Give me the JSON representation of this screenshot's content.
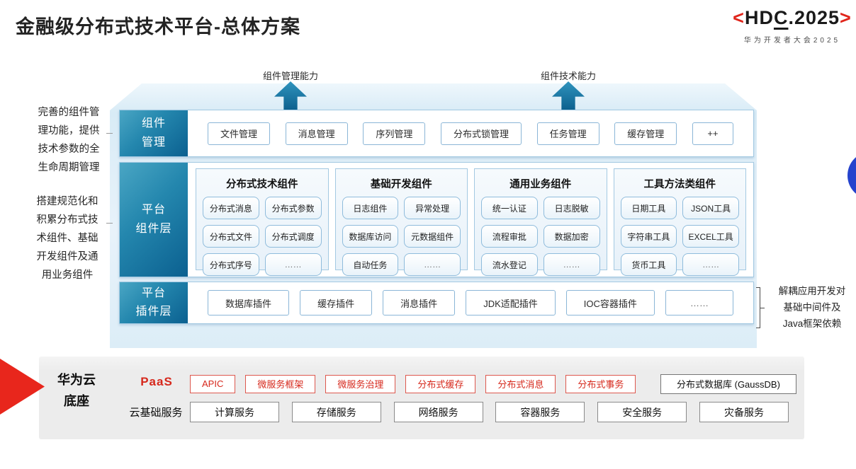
{
  "title": "金融级分布式技术平台-总体方案",
  "logo": {
    "bracket_left": "<",
    "text_hd": "HD",
    "text_c": "C",
    "text_year": ".2025",
    "bracket_right": ">",
    "subtitle": "华为开发者大会2025"
  },
  "capability_arrows": [
    {
      "label": "组件管理能力"
    },
    {
      "label": "组件技术能力"
    }
  ],
  "side_notes": {
    "left_top": "完善的组件管\n理功能，提供\n技术参数的全\n生命周期管理",
    "left_bottom": "搭建规范化和\n积累分布式技\n术组件、基础\n开发组件及通\n用业务组件",
    "right": "解耦应用开发对\n基础中间件及\nJava框架依赖"
  },
  "layers": {
    "component_management": {
      "label": "组件\n管理",
      "items": [
        "文件管理",
        "消息管理",
        "序列管理",
        "分布式锁管理",
        "任务管理",
        "缓存管理",
        "++"
      ]
    },
    "platform_components": {
      "label": "平台\n组件层",
      "panels": [
        {
          "title": "分布式技术组件",
          "items": [
            "分布式消息",
            "分布式参数",
            "分布式文件",
            "分布式调度",
            "分布式序号",
            "……"
          ]
        },
        {
          "title": "基础开发组件",
          "items": [
            "日志组件",
            "异常处理",
            "数据库访问",
            "元数据组件",
            "自动任务",
            "……"
          ]
        },
        {
          "title": "通用业务组件",
          "items": [
            "统一认证",
            "日志脱敏",
            "流程审批",
            "数据加密",
            "流水登记",
            "……"
          ]
        },
        {
          "title": "工具方法类组件",
          "items": [
            "日期工具",
            "JSON工具",
            "字符串工具",
            "EXCEL工具",
            "货币工具",
            "……"
          ]
        }
      ]
    },
    "platform_plugins": {
      "label": "平台\n插件层",
      "items": [
        "数据库插件",
        "缓存插件",
        "消息插件",
        "JDK适配插件",
        "IOC容器插件",
        "……"
      ]
    }
  },
  "foundation": {
    "label": "华为云\n底座",
    "paas": {
      "label": "PaaS",
      "items": [
        "APIC",
        "微服务框架",
        "微服务治理",
        "分布式缓存",
        "分布式消息",
        "分布式事务"
      ],
      "db_item": "分布式数据库 (GaussDB)"
    },
    "cloud": {
      "label": "云基础服务",
      "items": [
        "计算服务",
        "存储服务",
        "网络服务",
        "容器服务",
        "安全服务",
        "灾备服务"
      ]
    }
  },
  "colors": {
    "teal_light": "#4aa6c4",
    "teal_dark": "#0b6090",
    "accent_red": "#d6281c",
    "circle_blue": "#2543cd"
  }
}
